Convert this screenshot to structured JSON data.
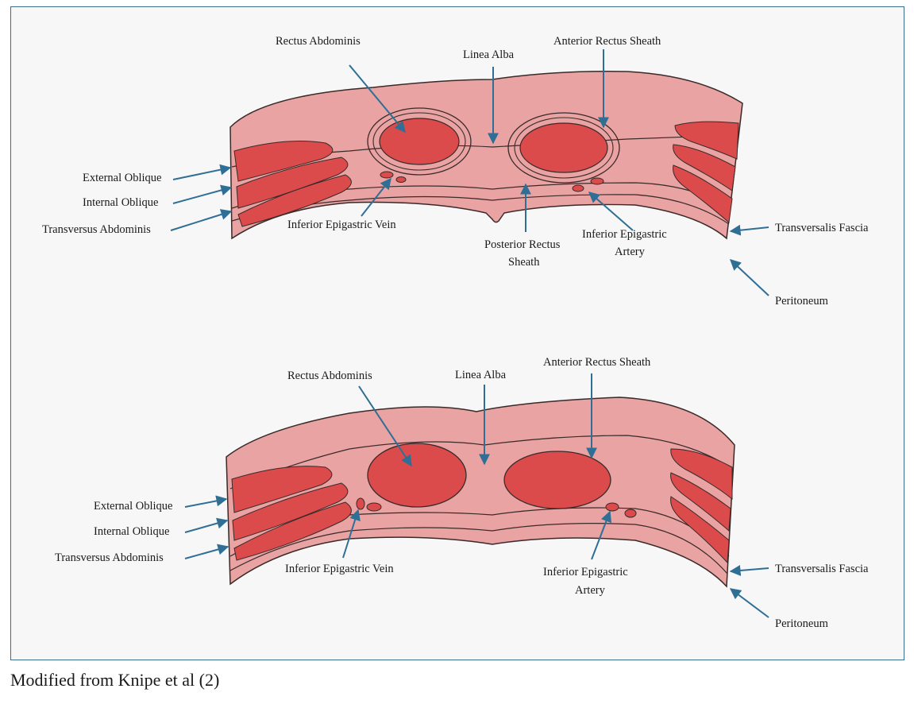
{
  "colors": {
    "tissue": "#e8a3a2",
    "muscle": "#dc4b4b",
    "outline": "#3a2a2a",
    "arrow": "#2f6f96",
    "border": "#3a6f8f"
  },
  "top_diagram": {
    "labels": {
      "rectus_abdominis": "Rectus Abdominis",
      "linea_alba": "Linea Alba",
      "anterior_rectus_sheath": "Anterior Rectus Sheath",
      "external_oblique": "External Oblique",
      "internal_oblique": "Internal Oblique",
      "transversus_abdominis": "Transversus Abdominis",
      "inferior_epigastric_vein": "Inferior Epigastric Vein",
      "posterior_rectus_sheath_1": "Posterior Rectus",
      "posterior_rectus_sheath_2": "Sheath",
      "inferior_epigastric_artery_1": "Inferior Epigastric",
      "inferior_epigastric_artery_2": "Artery",
      "transversalis_fascia": "Transversalis Fascia",
      "peritoneum": "Peritoneum"
    }
  },
  "bottom_diagram": {
    "labels": {
      "rectus_abdominis": "Rectus Abdominis",
      "linea_alba": "Linea Alba",
      "anterior_rectus_sheath": "Anterior Rectus Sheath",
      "external_oblique": "External Oblique",
      "internal_oblique": "Internal Oblique",
      "transversus_abdominis": "Transversus Abdominis",
      "inferior_epigastric_vein": "Inferior Epigastric Vein",
      "inferior_epigastric_artery_1": "Inferior Epigastric",
      "inferior_epigastric_artery_2": "Artery",
      "transversalis_fascia": "Transversalis Fascia",
      "peritoneum": "Peritoneum"
    }
  },
  "caption": "Modified from Knipe et al (2)"
}
